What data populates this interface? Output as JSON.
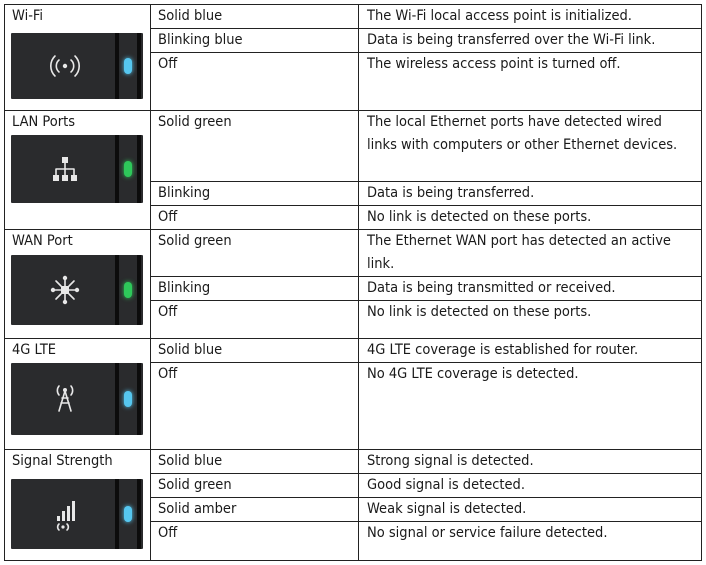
{
  "colors": {
    "led_blue": "#56c7f0",
    "led_green": "#2ec85a",
    "panel_bg": "#2a2b2d"
  },
  "rows": [
    {
      "label": "Wi-Fi",
      "icon": "wifi-broadcast-icon",
      "led": "blue",
      "states": [
        {
          "state": "Solid blue",
          "description": "The Wi-Fi local access point is initialized."
        },
        {
          "state": "Blinking blue",
          "description": "Data is being transferred over the Wi-Fi link."
        },
        {
          "state": "Off",
          "description": "The wireless access point is turned off."
        }
      ]
    },
    {
      "label": "LAN Ports",
      "icon": "lan-network-icon",
      "led": "green",
      "states": [
        {
          "state": "Solid green",
          "description": "The local Ethernet ports have detected wired links with computers or other Ethernet devices."
        },
        {
          "state": "Blinking",
          "description": "Data is being transferred."
        },
        {
          "state": "Off",
          "description": "No link is detected on these ports."
        }
      ]
    },
    {
      "label": "WAN Port",
      "icon": "wan-network-icon",
      "led": "green",
      "states": [
        {
          "state": "Solid green",
          "description": "The Ethernet WAN port has detected an active link."
        },
        {
          "state": "Blinking",
          "description": "Data is being transmitted or received."
        },
        {
          "state": "Off",
          "description": "No link is detected on these ports."
        }
      ]
    },
    {
      "label": "4G LTE",
      "icon": "cell-tower-icon",
      "led": "blue",
      "states": [
        {
          "state": "Solid blue",
          "description": "4G LTE coverage is established for router."
        },
        {
          "state": "Off",
          "description": "No 4G LTE coverage is detected."
        }
      ]
    },
    {
      "label": "Signal Strength",
      "icon": "signal-bars-icon",
      "led": "blue",
      "states": [
        {
          "state": "Solid blue",
          "description": "Strong signal is detected."
        },
        {
          "state": "Solid green",
          "description": "Good signal is detected."
        },
        {
          "state": "Solid amber",
          "description": "Weak signal is detected."
        },
        {
          "state": "Off",
          "description": "No signal or service failure detected."
        }
      ]
    }
  ]
}
